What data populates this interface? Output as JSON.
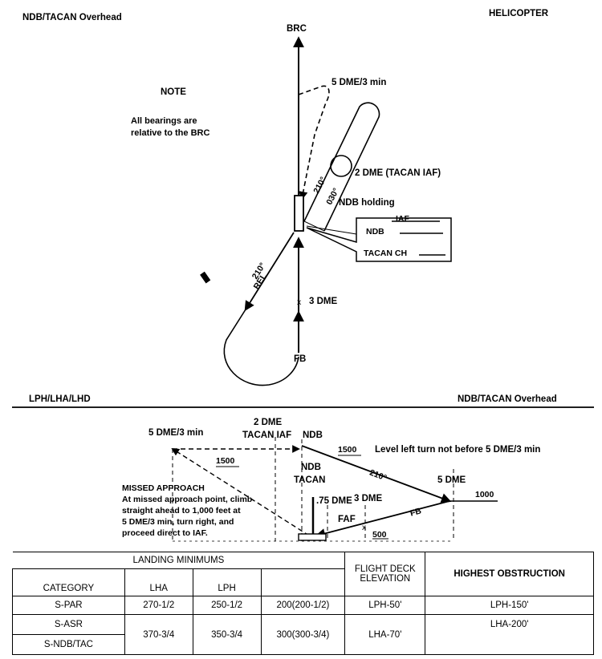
{
  "top": {
    "left_title": "NDB/TACAN Overhead",
    "right_title": "HELICOPTER",
    "brc": "BRC",
    "dme5": "5 DME/3 min",
    "note_title": "NOTE",
    "note_body_1": "All bearings are",
    "note_body_2": "relative to the BRC",
    "dme2": "2 DME (TACAN IAF)",
    "ndb_holding": "NDB holding",
    "r210": "210°",
    "r030": "030°",
    "r210rel": "210°",
    "rel": "REL",
    "legend_iaf": "IAF",
    "legend_ndb": "NDB",
    "legend_tacan": "TACAN CH",
    "x": "x",
    "dme3": "3 DME",
    "fb": "FB"
  },
  "divider": {
    "left": "LPH/LHA/LHD",
    "right": "NDB/TACAN Overhead"
  },
  "profile": {
    "dme5": "5 DME/3 min",
    "dme2_line1": "2 DME",
    "dme2_line2": "TACAN IAF",
    "ndb": "NDB",
    "alt1500_top": "1500",
    "level_turn": "Level left turn not before 5 DME/3 min",
    "alt1500_left": "1500",
    "r210": "210°",
    "ndb2": "NDB",
    "tacan": "TACAN",
    "dme5_right": "5 DME",
    "alt1000": "1000",
    "missed_title": "MISSED APPROACH",
    "missed_1": "At missed approach point, climb",
    "missed_2": "straight ahead to 1,000 feet at",
    "missed_3": "5 DME/3 min, turn right, and",
    "missed_4": "proceed direct to IAF.",
    "dme75": ".75 DME",
    "dme3": "3 DME",
    "faf": "FAF",
    "fb": "FB",
    "alt500": "500"
  },
  "minimums": {
    "header": "LANDING MINIMUMS",
    "flight_deck": "FLIGHT DECK ELEVATION",
    "highest": "HIGHEST OBSTRUCTION",
    "col_category": "CATEGORY",
    "col_lha": "LHA",
    "col_lph": "LPH",
    "rows": [
      {
        "category": "S-PAR",
        "lha": "270-1/2",
        "lph": "250-1/2",
        "other": "200(200-1/2)",
        "elev": "LPH-50'",
        "obst": "LPH-150'"
      },
      {
        "category": "S-ASR",
        "lha": "370-3/4",
        "lph": "350-3/4",
        "other": "300(300-3/4)",
        "elev": "LHA-70'",
        "obst": "LHA-200'"
      },
      {
        "category": "S-NDB/TAC"
      }
    ]
  }
}
